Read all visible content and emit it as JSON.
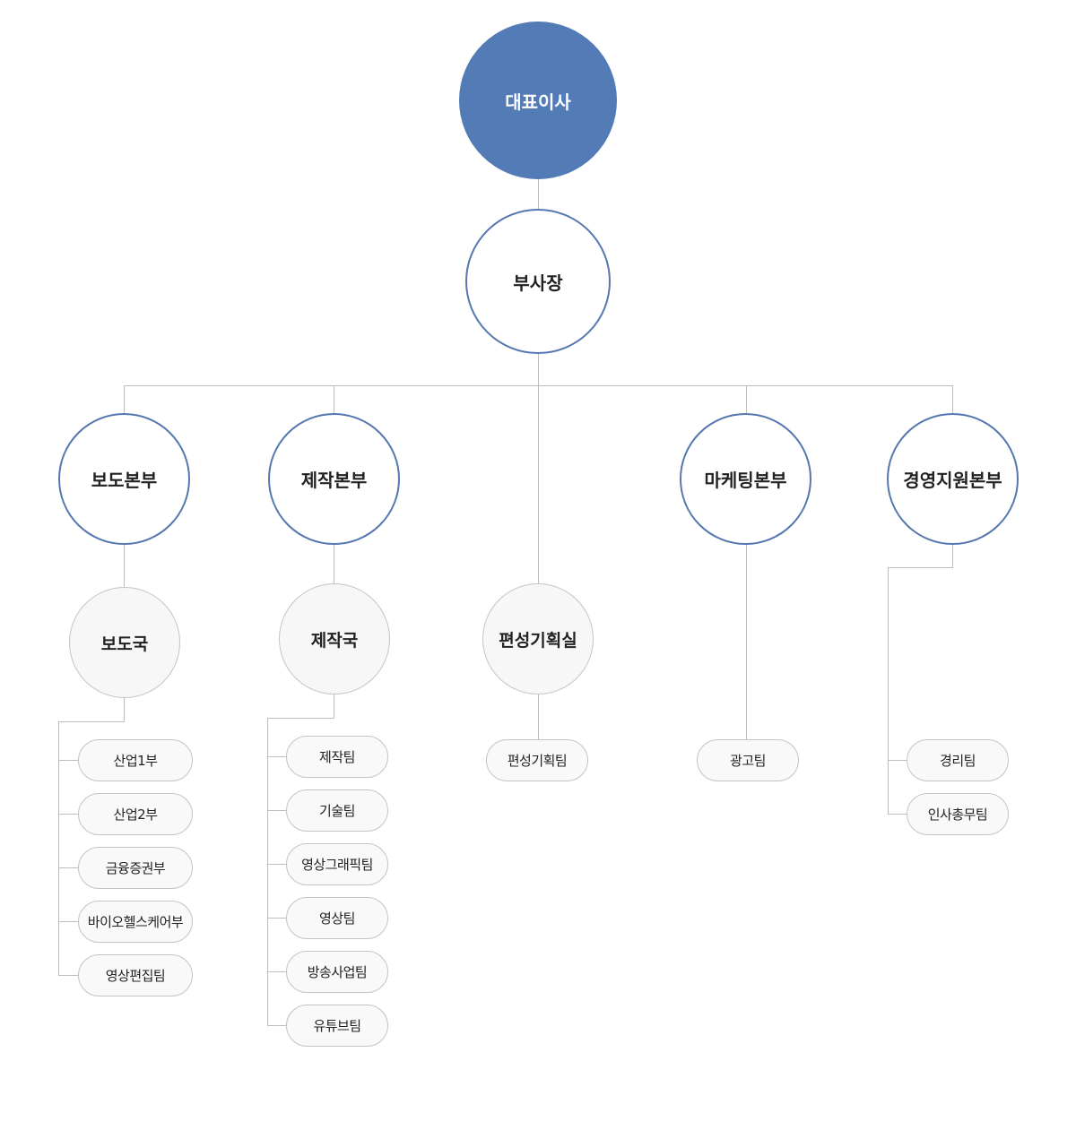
{
  "ceo": {
    "label": "대표이사"
  },
  "vp": {
    "label": "부사장"
  },
  "hq": {
    "news": {
      "label": "보도본부"
    },
    "production": {
      "label": "제작본부"
    },
    "marketing": {
      "label": "마케팅본부"
    },
    "management": {
      "label": "경영지원본부"
    }
  },
  "bureaus": {
    "news": {
      "label": "보도국"
    },
    "production": {
      "label": "제작국"
    },
    "programming": {
      "label": "편성기획실"
    }
  },
  "teams": {
    "news": [
      "산업1부",
      "산업2부",
      "금융증권부",
      "바이오헬스케어부",
      "영상편집팀"
    ],
    "production": [
      "제작팀",
      "기술팀",
      "영상그래픽팀",
      "영상팀",
      "방송사업팀",
      "유튜브팀"
    ],
    "programming": [
      "편성기획팀"
    ],
    "marketing": [
      "광고팀"
    ],
    "management": [
      "경리팀",
      "인사총무팀"
    ]
  },
  "colors": {
    "ceo_fill": "#537bb6",
    "hq_border": "#5577b0",
    "connector": "#bdbdbd"
  }
}
